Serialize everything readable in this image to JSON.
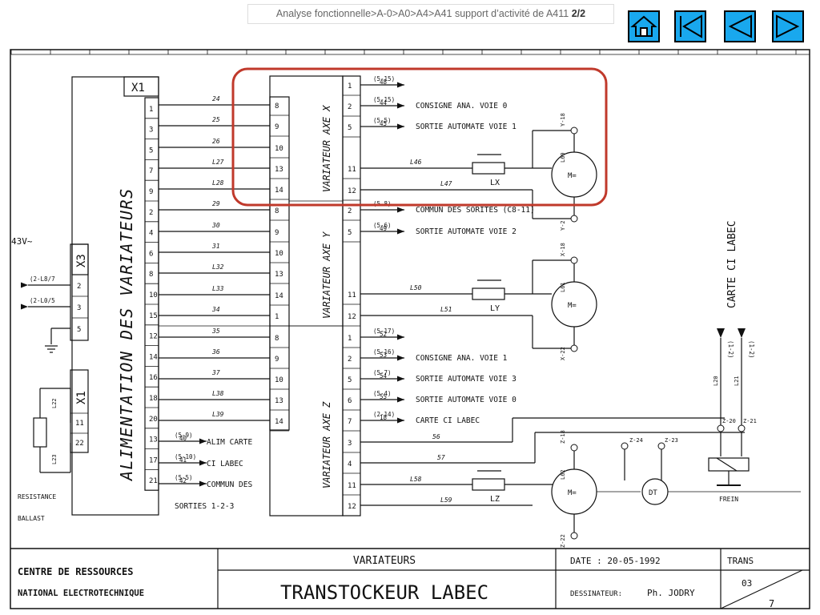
{
  "breadcrumb": {
    "path": "Analyse fonctionnelle>A-0>A0>A4>A41 support d’activité de A411",
    "page": "2/2"
  },
  "nav": {
    "home_icon": "home-icon",
    "first_icon": "first-page-icon",
    "prev_icon": "previous-icon",
    "next_icon": "next-icon",
    "accent": "#19a8ee"
  },
  "highlight_color": "#c0392b",
  "left_block": {
    "title": "ALIMENTATION DES VARIATEURS",
    "x1": "X1",
    "x3": "X3",
    "x1b": "X1",
    "voltage": "43V~",
    "pins": [
      "1",
      "3",
      "5",
      "7",
      "9",
      "2",
      "4",
      "6",
      "8",
      "10",
      "15",
      "12",
      "14",
      "16",
      "18",
      "20",
      "13",
      "17",
      "21"
    ],
    "wires": [
      "24",
      "25",
      "26",
      "L27",
      "L28",
      "29",
      "30",
      "31",
      "L32",
      "L33",
      "34",
      "35",
      "36",
      "37",
      "L38",
      "L39"
    ],
    "x3_pins": [
      "2",
      "3",
      "5"
    ],
    "x3_refs": [
      "(2-L8/7",
      "(2-L0/5"
    ],
    "x1b_pins": [
      "11",
      "22"
    ],
    "res_wires": [
      "L22",
      "L23"
    ],
    "resistance": "RESISTANCE",
    "ballast": "BALLAST",
    "sorties": "SORTIES 1-2-3",
    "outputs": [
      {
        "ref": "(5-9)",
        "ref2": "40",
        "label": "ALIM CARTE"
      },
      {
        "ref": "(5-10)",
        "ref2": "41",
        "label": "CI LABEC"
      },
      {
        "ref": "(5-5)",
        "ref2": "42",
        "label": "COMMUN DES"
      }
    ]
  },
  "var_left_pins": [
    "8",
    "9",
    "10",
    "13",
    "14",
    "8",
    "9",
    "10",
    "13",
    "14",
    "1",
    "8",
    "9",
    "10",
    "13",
    "14"
  ],
  "var_x": {
    "title": "VARIATEUR AXE X",
    "pins": [
      "1",
      "2",
      "5",
      "11",
      "12"
    ],
    "signals": [
      {
        "ref": "(5-15)",
        "ref2": "48",
        "label": ""
      },
      {
        "ref": "(5-15)",
        "ref2": "44",
        "label": "CONSIGNE ANA. VOIE 0"
      },
      {
        "ref": "(5-5)",
        "ref2": "45",
        "label": "SORTIE AUTOMATE VOIE 1"
      }
    ],
    "wires": [
      "L46",
      "L47"
    ],
    "inductor": "LX",
    "motor": "M=",
    "motor_wires": [
      "Y-18",
      "L60",
      "Y-2"
    ]
  },
  "var_y": {
    "title": "VARIATEUR AXE Y",
    "pins": [
      "2",
      "5",
      "11",
      "12"
    ],
    "signals": [
      {
        "ref": "(5-8)",
        "ref2": "",
        "label": "COMMUN DES SORITES (C8-11)"
      },
      {
        "ref": "(5-6)",
        "ref2": "49",
        "label": "SORTIE AUTOMATE VOIE 2"
      }
    ],
    "wires": [
      "L50",
      "L51"
    ],
    "inductor": "LY",
    "motor": "M=",
    "motor_wires": [
      "X-18",
      "L61",
      "X-22"
    ]
  },
  "var_z": {
    "title": "VARIATEUR AXE Z",
    "pins": [
      "1",
      "2",
      "5",
      "6",
      "7",
      "3",
      "4",
      "11",
      "12"
    ],
    "signals": [
      {
        "ref": "(5-17)",
        "ref2": "52",
        "label": ""
      },
      {
        "ref": "(5-16)",
        "ref2": "53",
        "label": "CONSIGNE ANA. VOIE 1"
      },
      {
        "ref": "(5-7)",
        "ref2": "54",
        "label": "SORTIE AUTOMATE VOIE 3"
      },
      {
        "ref": "(5-4)",
        "ref2": "55",
        "label": "SORTIE AUTOMATE VOIE 0"
      },
      {
        "ref": "(2-14)",
        "ref2": "18",
        "label": "CARTE CI LABEC"
      }
    ],
    "wires": [
      "56",
      "57",
      "L58",
      "L59"
    ],
    "inductor": "LZ",
    "motor": "M=",
    "motor_wires": [
      "Z-18",
      "L62",
      "Z-22"
    ],
    "dt": "DT",
    "switch_labels": [
      "Z-24",
      "Z-23"
    ]
  },
  "right": {
    "carte": "CARTE CI LABEC",
    "brake": "FREIN",
    "refs": [
      "(1-2)",
      "(1-2)"
    ],
    "wires": [
      "L20",
      "L21"
    ],
    "switches": [
      "Z-20",
      "Z-21"
    ]
  },
  "title_block": {
    "org1": "CENTRE DE RESSOURCES",
    "org2": "NATIONAL ELECTROTECHNIQUE",
    "subject": "VARIATEURS",
    "title": "TRANSTOCKEUR LABEC",
    "date_label": "DATE : 20-05-1992",
    "designer_label": "DESSINATEUR:",
    "designer": "Ph. JODRY",
    "code": "TRANS",
    "sheet": "03",
    "page": "7"
  }
}
